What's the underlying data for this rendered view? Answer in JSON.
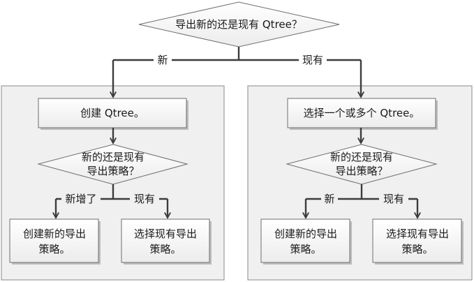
{
  "top_decision": "导出新的还是现有 Qtree？",
  "branch_new": "新",
  "branch_existing": "现有",
  "left": {
    "step": "创建 Qtree。",
    "decision_line1": "新的还是现有",
    "decision_line2": "导出策略？",
    "branch_new": "新增了",
    "branch_existing": "现有",
    "result_new_line1": "创建新的导出",
    "result_new_line2": "策略。",
    "result_existing_line1": "选择现有导出",
    "result_existing_line2": "策略。"
  },
  "right": {
    "step": "选择一个或多个 Qtree。",
    "decision_line1": "新的还是现有",
    "decision_line2": "导出策略？",
    "branch_new": "新",
    "branch_existing": "现有",
    "result_new_line1": "创建新的导出",
    "result_new_line2": "策略。",
    "result_existing_line1": "选择现有导出",
    "result_existing_line2": "策略。"
  },
  "colors": {
    "line": "#3c3c3c",
    "panel": "#f0f0f0",
    "border": "#6e6e6e"
  }
}
